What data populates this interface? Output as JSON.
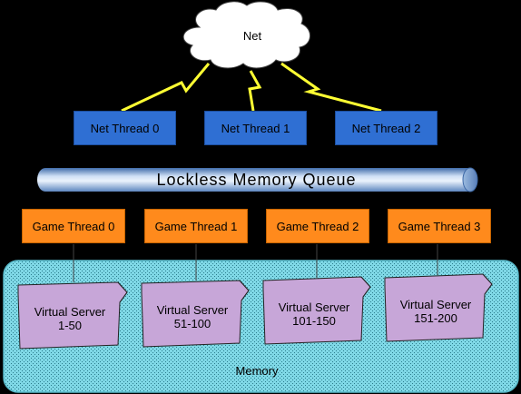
{
  "cloud": {
    "label": "Net"
  },
  "net_threads": [
    "Net Thread 0",
    "Net Thread 1",
    "Net Thread 2"
  ],
  "queue": {
    "label": "Lockless Memory Queue"
  },
  "game_threads": [
    "Game Thread 0",
    "Game Thread 1",
    "Game Thread 2",
    "Game Thread 3"
  ],
  "servers": [
    {
      "line1": "Virtual Server",
      "line2": "1-50"
    },
    {
      "line1": "Virtual Server",
      "line2": "51-100"
    },
    {
      "line1": "Virtual Server",
      "line2": "101-150"
    },
    {
      "line1": "Virtual Server",
      "line2": "151-200"
    }
  ],
  "memory": {
    "label": "Memory"
  },
  "colors": {
    "net_thread": "#2f6fd3",
    "game_thread": "#ff8a1c",
    "memory_fill": "#7fd8e6",
    "server_fill": "#c7a6d8",
    "lightning": "#ffff33"
  }
}
